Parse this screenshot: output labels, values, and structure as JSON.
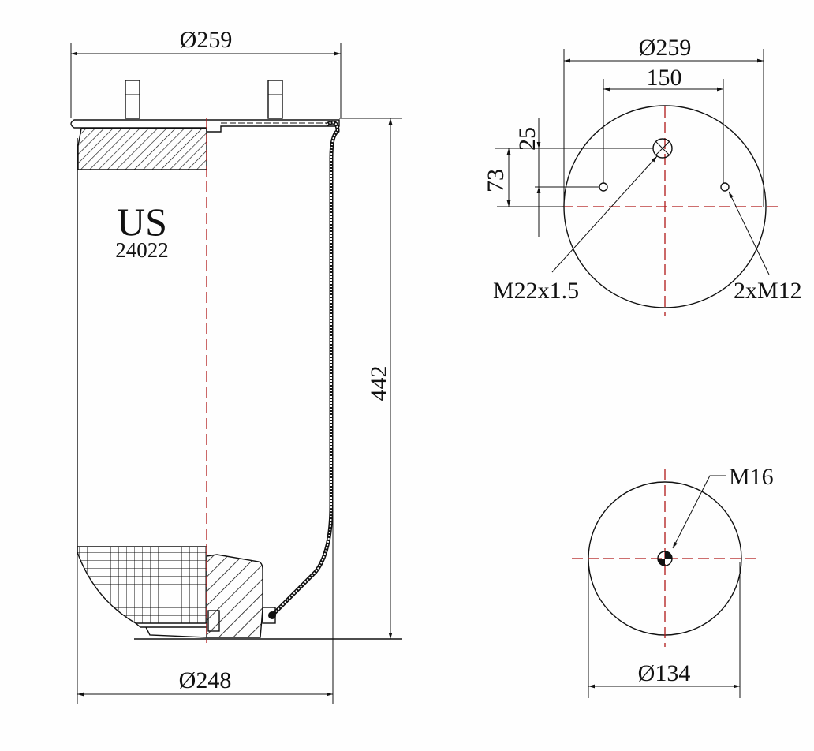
{
  "side_view": {
    "top_diameter": "Ø259",
    "height": "442",
    "bottom_diameter": "Ø248",
    "brand": "US",
    "part_number": "24022"
  },
  "top_view": {
    "diameter": "Ø259",
    "stud_spacing": "150",
    "offset_small": "25",
    "offset_large": "73",
    "port_thread": "M22x1.5",
    "stud_thread": "2xM12"
  },
  "bottom_view": {
    "thread": "M16",
    "diameter": "Ø134"
  },
  "colors": {
    "centerline": "#b01818",
    "line": "#111111"
  }
}
